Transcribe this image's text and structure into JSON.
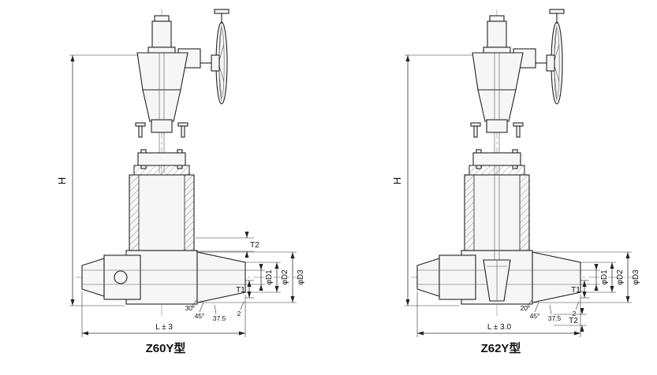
{
  "palette": {
    "background": "#ffffff",
    "line": "#222222"
  },
  "figures": [
    {
      "caption": "Z60Y型",
      "dims": {
        "H": "H",
        "L": "L ± 3",
        "T1": "T1",
        "T2": "T2",
        "D1": "φD1",
        "D2": "φD2",
        "D3": "φD3",
        "angle_seat": "30°",
        "angle_chamfer": "45°",
        "angle_land": "37.5",
        "edge": "2"
      }
    },
    {
      "caption": "Z62Y型",
      "dims": {
        "H": "H",
        "L": "L ± 3.0",
        "T1": "T1",
        "T2": "T2",
        "D1": "φD1",
        "D2": "φD2",
        "D3": "φD3",
        "angle_seat": "20°",
        "angle_chamfer": "45°",
        "angle_land": "37.5",
        "edge": "2"
      }
    }
  ]
}
